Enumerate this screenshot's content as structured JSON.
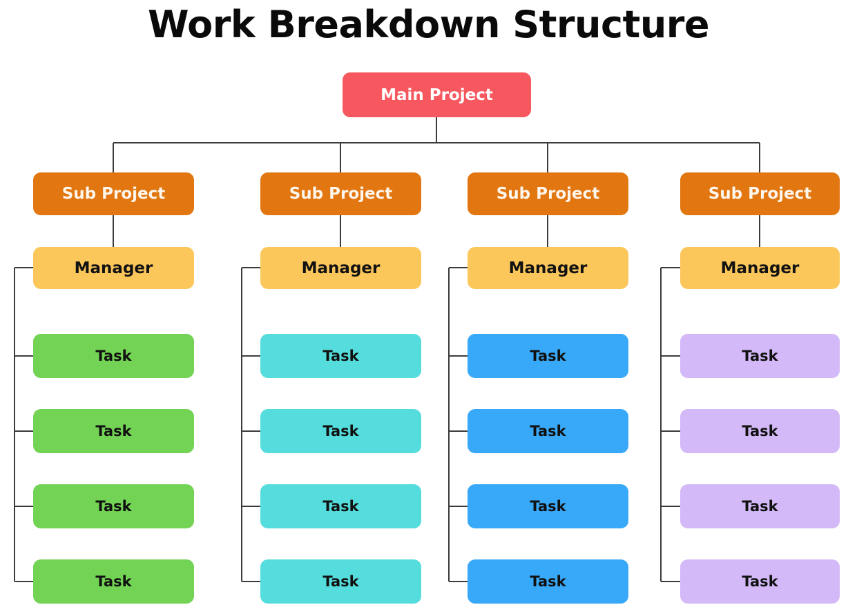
{
  "title": "Work Breakdown Structure",
  "colors": {
    "background": "#ffffff",
    "title_text": "#0a0a0a",
    "connector": "#3b3b3b",
    "main_project": "#f7585f",
    "main_project_text": "#ffffff",
    "sub_project": "#e27610",
    "sub_project_text": "#fdf6ec",
    "manager": "#fbc75b",
    "manager_text": "#121212",
    "task_text": "#111111",
    "task_green": "#73d354",
    "task_cyan": "#55dcdc",
    "task_blue": "#38a8f8",
    "task_purple": "#d3b9f7"
  },
  "root": {
    "label": "Main Project",
    "fill": "#f7585f",
    "text_color": "#ffffff"
  },
  "branches": [
    {
      "sub_project": {
        "label": "Sub Project",
        "fill": "#e27610",
        "text_color": "#fdf6ec"
      },
      "manager": {
        "label": "Manager",
        "fill": "#fbc75b",
        "text_color": "#121212"
      },
      "task_fill": "#73d354",
      "tasks": [
        {
          "label": "Task"
        },
        {
          "label": "Task"
        },
        {
          "label": "Task"
        },
        {
          "label": "Task"
        }
      ]
    },
    {
      "sub_project": {
        "label": "Sub Project",
        "fill": "#e27610",
        "text_color": "#fdf6ec"
      },
      "manager": {
        "label": "Manager",
        "fill": "#fbc75b",
        "text_color": "#121212"
      },
      "task_fill": "#55dcdc",
      "tasks": [
        {
          "label": "Task"
        },
        {
          "label": "Task"
        },
        {
          "label": "Task"
        },
        {
          "label": "Task"
        }
      ]
    },
    {
      "sub_project": {
        "label": "Sub Project",
        "fill": "#e27610",
        "text_color": "#fdf6ec"
      },
      "manager": {
        "label": "Manager",
        "fill": "#fbc75b",
        "text_color": "#121212"
      },
      "task_fill": "#38a8f8",
      "tasks": [
        {
          "label": "Task"
        },
        {
          "label": "Task"
        },
        {
          "label": "Task"
        },
        {
          "label": "Task"
        }
      ]
    },
    {
      "sub_project": {
        "label": "Sub Project",
        "fill": "#e27610",
        "text_color": "#fdf6ec"
      },
      "manager": {
        "label": "Manager",
        "fill": "#fbc75b",
        "text_color": "#121212"
      },
      "task_fill": "#d3b9f7",
      "tasks": [
        {
          "label": "Task"
        },
        {
          "label": "Task"
        },
        {
          "label": "Task"
        },
        {
          "label": "Task"
        }
      ]
    }
  ]
}
